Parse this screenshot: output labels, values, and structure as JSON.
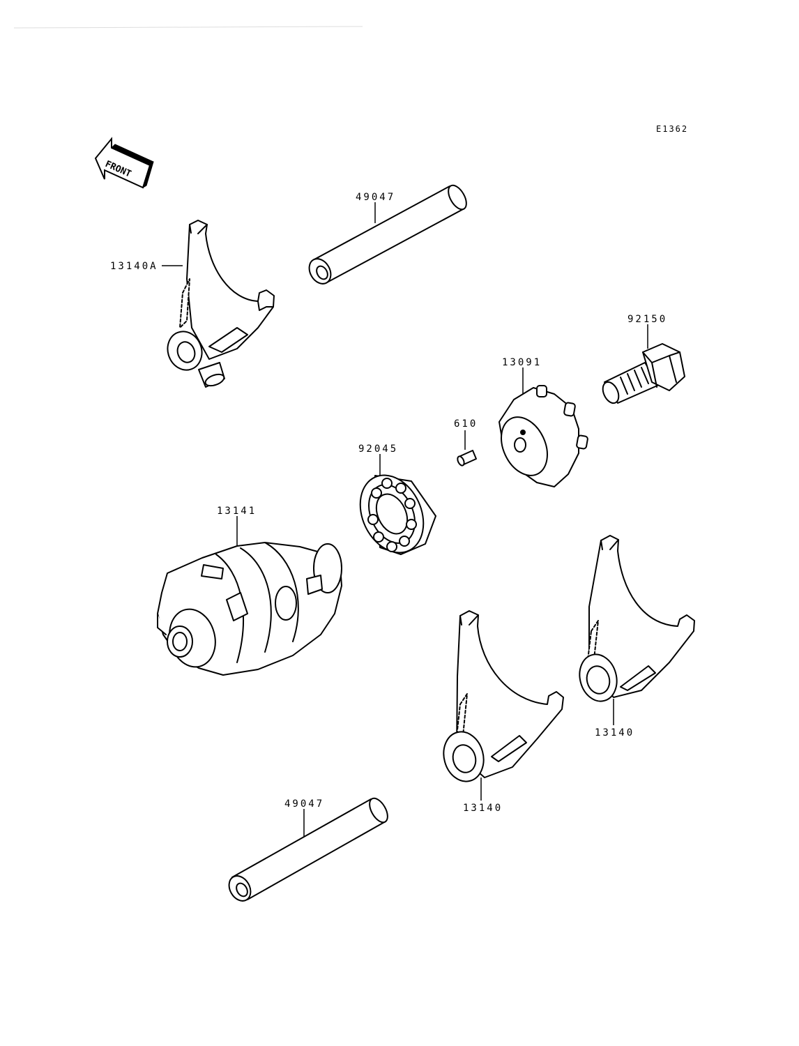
{
  "diagram": {
    "code": "E1362",
    "front_label": "FRONT",
    "parts": [
      {
        "id": "shaft-top",
        "number": "49047",
        "name": "shaft"
      },
      {
        "id": "fork-a",
        "number": "13140A",
        "name": "shift fork"
      },
      {
        "id": "bolt",
        "number": "92150",
        "name": "bolt"
      },
      {
        "id": "star",
        "number": "13091",
        "name": "shift drum cam"
      },
      {
        "id": "pin",
        "number": "610",
        "name": "pin"
      },
      {
        "id": "bearing",
        "number": "92045",
        "name": "ball bearing"
      },
      {
        "id": "drum",
        "number": "13141",
        "name": "shift drum"
      },
      {
        "id": "fork-right",
        "number": "13140",
        "name": "shift fork"
      },
      {
        "id": "fork-mid",
        "number": "13140",
        "name": "shift fork"
      },
      {
        "id": "shaft-bottom",
        "number": "49047",
        "name": "shaft"
      }
    ]
  }
}
